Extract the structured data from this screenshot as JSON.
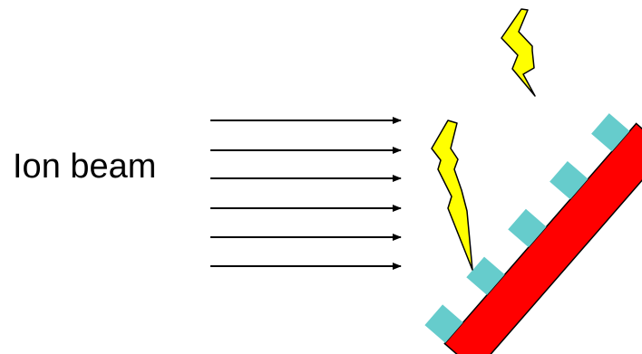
{
  "label": "Ion beam",
  "beam": {
    "arrow_count": 6,
    "color": "#000000"
  },
  "substrate": {
    "color": "#ff0000",
    "outline": "#000000"
  },
  "blocks": {
    "count": 5,
    "color": "#66cccc"
  },
  "lightning": {
    "count": 2,
    "color": "#ffff00",
    "outline": "#000000"
  }
}
